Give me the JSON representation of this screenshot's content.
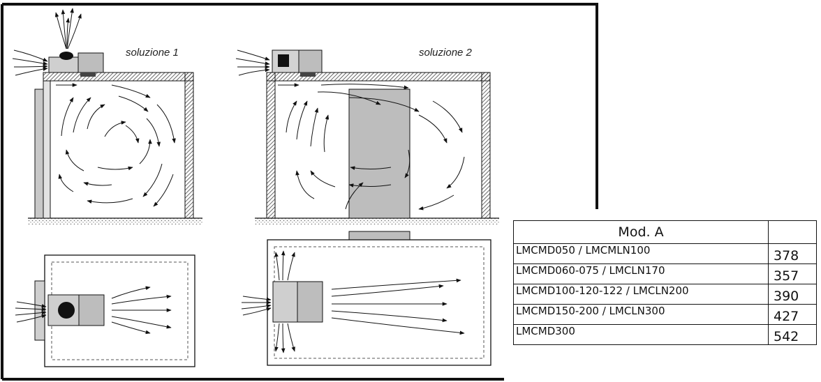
{
  "diagram": {
    "solution1_label": "soluzione 1",
    "solution2_label": "soluzione 2"
  },
  "table": {
    "header": {
      "model": "Mod.  A",
      "value": ""
    },
    "rows": [
      {
        "model": "LMCMD050 / LMCMLN100",
        "value": "378"
      },
      {
        "model": "LMCMD060-075 / LMCLN170",
        "value": "357"
      },
      {
        "model": "LMCMD100-120-122 / LMCLN200",
        "value": "390"
      },
      {
        "model": "LMCMD150-200 / LMCLN300",
        "value": "427"
      },
      {
        "model": "LMCMD300",
        "value": "542"
      }
    ]
  },
  "colors": {
    "unit_gray": "#bdbdbd",
    "line": "#111111",
    "hatch": "#555555"
  }
}
